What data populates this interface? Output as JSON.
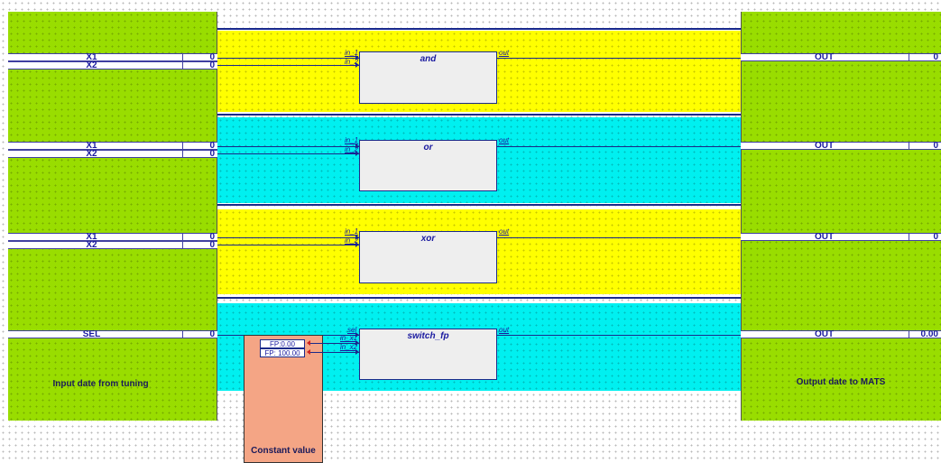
{
  "inputs_panel": {
    "label": "Input date from tuning"
  },
  "outputs_panel": {
    "label": "Output date  to MATS"
  },
  "constant_panel": {
    "label": "Constant value"
  },
  "blocks": [
    {
      "name": "and",
      "pins_in": [
        "in_1",
        "in_2"
      ],
      "pin_out": "out",
      "inputs": [
        {
          "name": "X1",
          "value": "0"
        },
        {
          "name": "X2",
          "value": "0"
        }
      ],
      "output": {
        "name": "OUT",
        "value": "0"
      }
    },
    {
      "name": "or",
      "pins_in": [
        "in_1",
        "in_2"
      ],
      "pin_out": "out",
      "inputs": [
        {
          "name": "X1",
          "value": "0"
        },
        {
          "name": "X2",
          "value": "0"
        }
      ],
      "output": {
        "name": "OUT",
        "value": "0"
      }
    },
    {
      "name": "xor",
      "pins_in": [
        "in_1",
        "in_2"
      ],
      "pin_out": "out",
      "inputs": [
        {
          "name": "X1",
          "value": "0"
        },
        {
          "name": "X2",
          "value": "0"
        }
      ],
      "output": {
        "name": "OUT",
        "value": "0"
      }
    },
    {
      "name": "switch_fp",
      "pins_in": [
        "sel",
        "in_x1",
        "in_x2"
      ],
      "pin_out": "out",
      "inputs": [
        {
          "name": "SEL",
          "value": "0"
        }
      ],
      "constants": [
        "FP:0.00",
        "FP: 100.00"
      ],
      "output": {
        "name": "OUT",
        "value": "0.00"
      }
    }
  ],
  "colors": {
    "panel_green": "#99dd00",
    "band_yellow": "#ffff00",
    "band_cyan": "#00f0f0",
    "constant_orange": "#f4a585",
    "wire_blue": "#1a2a8a"
  }
}
